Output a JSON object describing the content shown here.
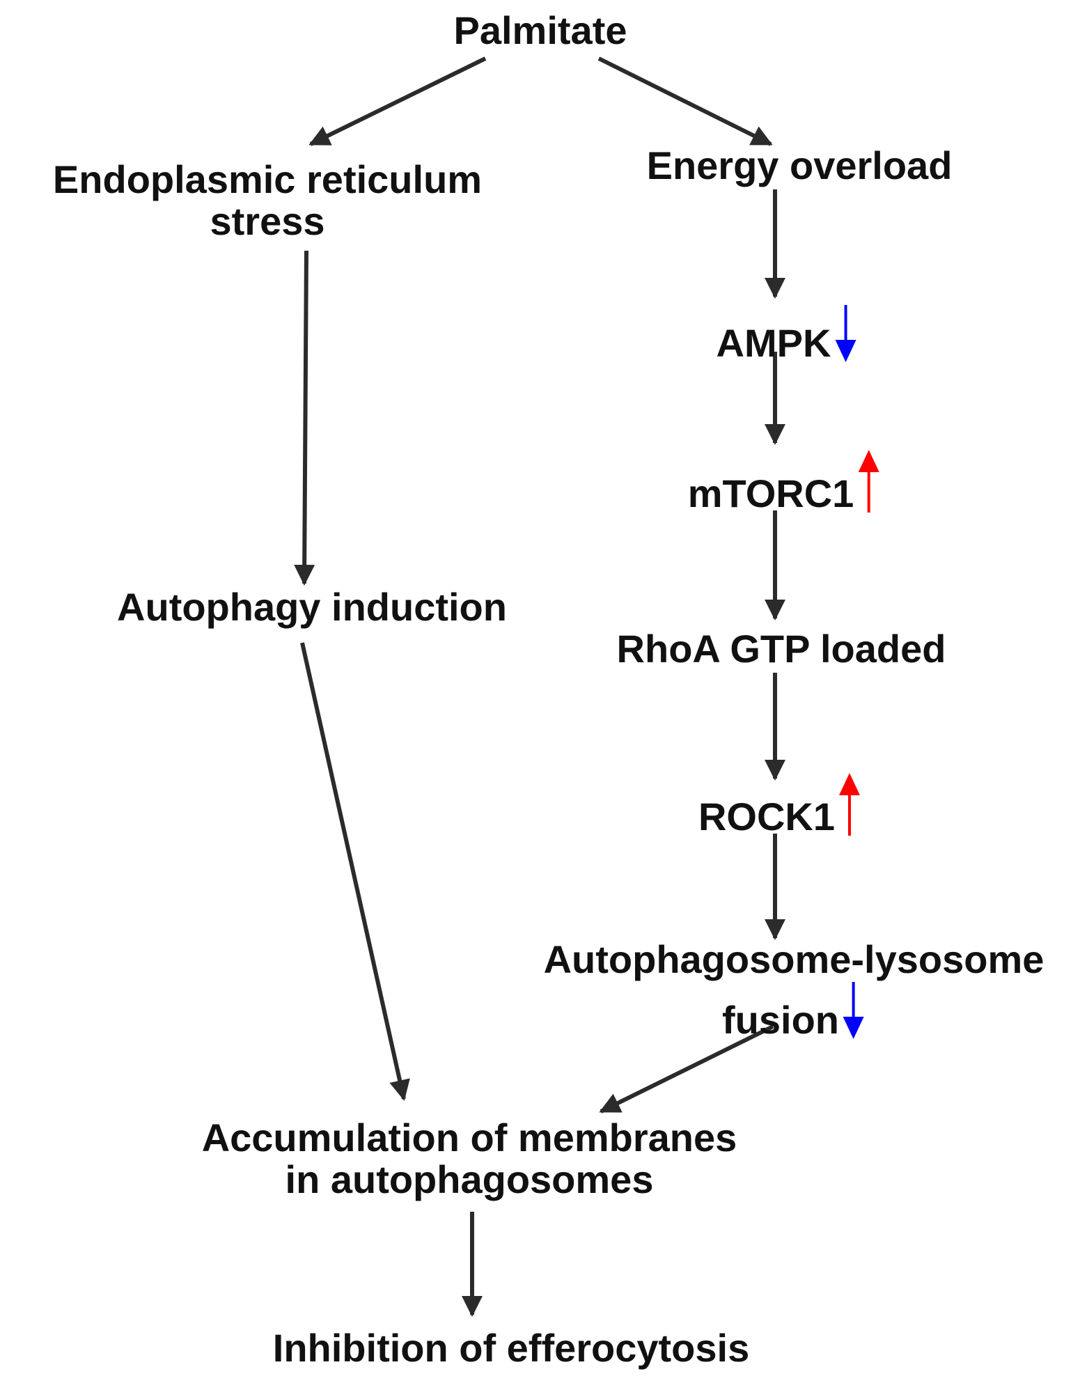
{
  "nodes": {
    "palmitate": {
      "lines": [
        "Palmitate"
      ]
    },
    "er_stress": {
      "lines": [
        "Endoplasmic reticulum",
        "stress"
      ]
    },
    "energy_overload": {
      "lines": [
        "Energy overload"
      ]
    },
    "ampk": {
      "lines": [
        "AMPK"
      ],
      "indicator": "down"
    },
    "mtorc1": {
      "lines": [
        "mTORC1"
      ],
      "indicator": "up"
    },
    "rhoa": {
      "lines": [
        "RhoA GTP loaded"
      ]
    },
    "rock1": {
      "lines": [
        "ROCK1"
      ],
      "indicator": "up"
    },
    "fusion": {
      "lines": [
        "Autophagosome-lysosome",
        "fusion"
      ],
      "indicator": "down"
    },
    "autophagy_induction": {
      "lines": [
        "Autophagy induction"
      ]
    },
    "accumulation": {
      "lines": [
        "Accumulation of membranes",
        "in autophagosomes"
      ]
    },
    "inhibition": {
      "lines": [
        "Inhibition of efferocytosis"
      ]
    }
  },
  "edges": [
    [
      "palmitate",
      "er_stress"
    ],
    [
      "palmitate",
      "energy_overload"
    ],
    [
      "energy_overload",
      "ampk"
    ],
    [
      "ampk",
      "mtorc1"
    ],
    [
      "mtorc1",
      "rhoa"
    ],
    [
      "rhoa",
      "rock1"
    ],
    [
      "rock1",
      "fusion"
    ],
    [
      "er_stress",
      "autophagy_induction"
    ],
    [
      "autophagy_induction",
      "accumulation"
    ],
    [
      "fusion",
      "accumulation"
    ],
    [
      "accumulation",
      "inhibition"
    ]
  ],
  "colors": {
    "text": "#111111",
    "arrow": "#2b2b2b",
    "up_indicator": "#ff0000",
    "down_indicator": "#0000ff"
  },
  "indicator_icons": {
    "up": "red-up-arrow-icon",
    "down": "blue-down-arrow-icon"
  }
}
